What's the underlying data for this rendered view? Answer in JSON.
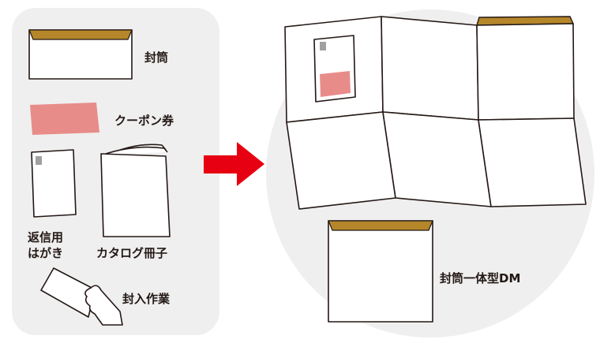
{
  "labels": {
    "envelope": "封筒",
    "coupon": "クーポン券",
    "reply_postcard_line1": "返信用",
    "reply_postcard_line2": "はがき",
    "catalog": "カタログ冊子",
    "enclosing_work": "封入作業",
    "integrated_dm": "封筒一体型DM"
  },
  "colors": {
    "panel_bg": "#efefef",
    "envelope_flap": "#b5862a",
    "coupon": "#e88c8a",
    "arrow": "#e60012",
    "stamp": "#a0a0a0"
  }
}
